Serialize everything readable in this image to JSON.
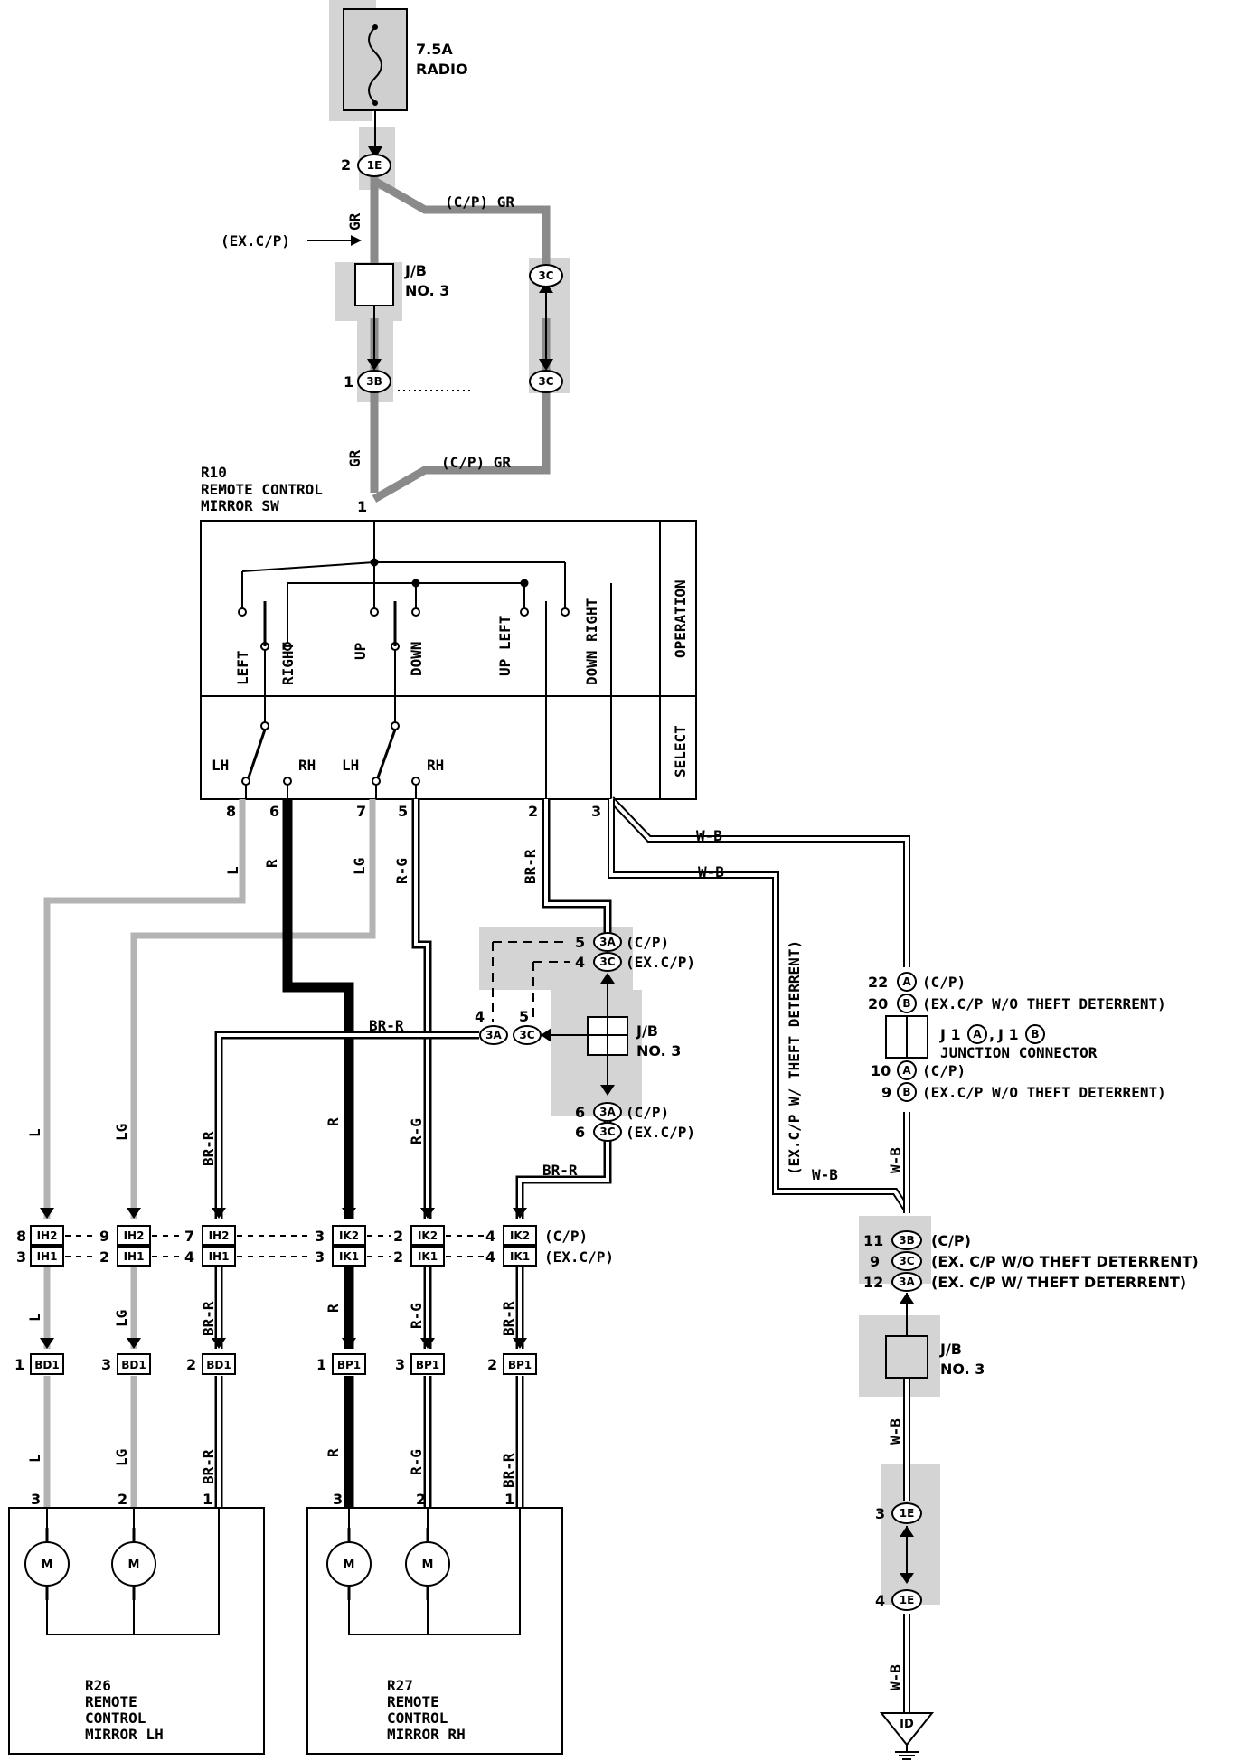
{
  "fuse": {
    "rating": "7.5A",
    "name": "RADIO"
  },
  "switch": {
    "code": "R10",
    "name_line1": "REMOTE CONTROL",
    "name_line2": "MIRROR SW",
    "pin_in": "1",
    "operation_label": "OPERATION",
    "select_label": "SELECT",
    "positions": [
      "LEFT",
      "RIGHT",
      "UP",
      "DOWN",
      "UP LEFT",
      "DOWN RIGHT"
    ],
    "select_positions": [
      "LH",
      "RH",
      "LH",
      "RH"
    ],
    "pins": [
      "8",
      "6",
      "7",
      "5",
      "2",
      "3"
    ]
  },
  "labels": {
    "ex_cp": "(EX.C/P)",
    "cp_gr": "(C/P)  GR",
    "gr": "GR",
    "jb_no3_line1": "J/B",
    "jb_no3_line2": "NO. 3",
    "conn_1e": "1E",
    "conn_3b": "3B",
    "conn_3c": "3C",
    "conn_3a": "3A",
    "pin_2": "2",
    "pin_1": "1",
    "wb": "W-B",
    "ex_cp_w_theft": "(EX.C/P W/ THEFT DETERRENT)"
  },
  "wire_colors": {
    "L": "L",
    "R": "R",
    "LG": "LG",
    "RG": "R-G",
    "BRR": "BR-R"
  },
  "jb_lower": {
    "top_pins": [
      {
        "pin": "5",
        "conn": "3A",
        "note": "(C/P)"
      },
      {
        "pin": "4",
        "conn": "3C",
        "note": "(EX.C/P)"
      }
    ],
    "side_pins": [
      "4",
      "5"
    ],
    "bottom_pins": [
      {
        "pin": "6",
        "conn": "3A",
        "note": "(C/P)"
      },
      {
        "pin": "6",
        "conn": "3C",
        "note": "(EX.C/P)"
      }
    ]
  },
  "junction_connector": {
    "name_text": "J 1",
    "sep": ",",
    "conn_a": "A",
    "conn_b": "B",
    "label": "JUNCTION CONNECTOR",
    "rows_top": [
      {
        "pin": "22",
        "conn": "A",
        "note": "(C/P)"
      },
      {
        "pin": "20",
        "conn": "B",
        "note": "(EX.C/P W/O THEFT DETERRENT)"
      }
    ],
    "rows_bottom": [
      {
        "pin": "10",
        "conn": "A",
        "note": "(C/P)"
      },
      {
        "pin": "9",
        "conn": "B",
        "note": "(EX.C/P W/O THEFT DETERRENT)"
      }
    ]
  },
  "ground_side": {
    "jb_rows": [
      {
        "pin": "11",
        "conn": "3B",
        "note": "(C/P)"
      },
      {
        "pin": "9",
        "conn": "3C",
        "note": "(EX. C/P  W/O THEFT DETERRENT)"
      },
      {
        "pin": "12",
        "conn": "3A",
        "note": "(EX. C/P  W/ THEFT DETERRENT)"
      }
    ],
    "pin_top": "3",
    "pin_bot": "4",
    "ground": "ID"
  },
  "intermediate": {
    "groups": [
      {
        "pin_top": "8",
        "pin_bot": "3",
        "top": "IH2",
        "bot": "IH1"
      },
      {
        "pin_top": "9",
        "pin_bot": "2",
        "top": "IH2",
        "bot": "IH1"
      },
      {
        "pin_top": "7",
        "pin_bot": "4",
        "top": "IH2",
        "bot": "IH1"
      },
      {
        "pin_top": "3",
        "pin_bot": "3",
        "top": "IK2",
        "bot": "IK1"
      },
      {
        "pin_top": "2",
        "pin_bot": "2",
        "top": "IK2",
        "bot": "IK1"
      },
      {
        "pin_top": "4",
        "pin_bot": "4",
        "top": "IK2",
        "bot": "IK1"
      }
    ],
    "note_top": "(C/P)",
    "note_bot": "(EX.C/P)"
  },
  "bd_connectors": [
    {
      "pin": "1",
      "name": "BD1"
    },
    {
      "pin": "3",
      "name": "BD1"
    },
    {
      "pin": "2",
      "name": "BD1"
    },
    {
      "pin": "1",
      "name": "BP1"
    },
    {
      "pin": "3",
      "name": "BP1"
    },
    {
      "pin": "2",
      "name": "BP1"
    }
  ],
  "mirrors": [
    {
      "code": "R26",
      "line1": "REMOTE",
      "line2": "CONTROL",
      "line3": "MIRROR LH",
      "pins": [
        "3",
        "2",
        "1"
      ]
    },
    {
      "code": "R27",
      "line1": "REMOTE",
      "line2": "CONTROL",
      "line3": "MIRROR RH",
      "pins": [
        "3",
        "2",
        "1"
      ]
    }
  ],
  "motor_label": "M"
}
